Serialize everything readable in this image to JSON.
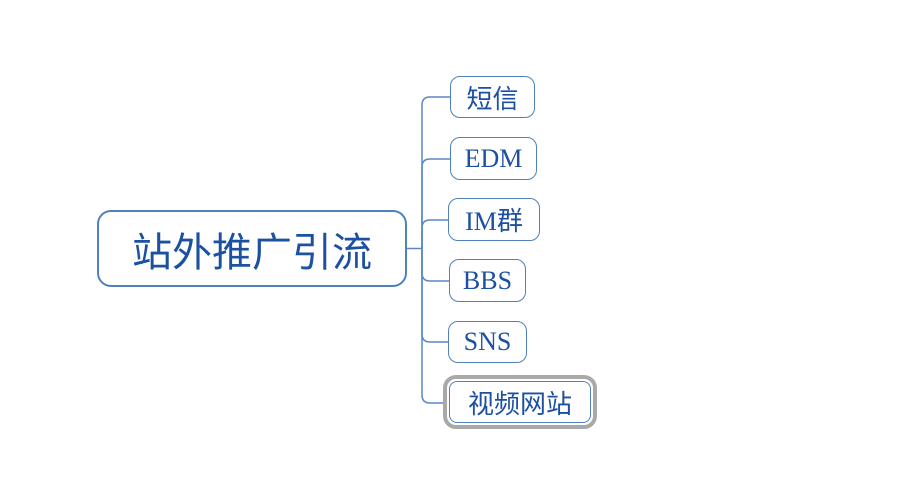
{
  "diagram": {
    "type": "mindmap",
    "root": {
      "label": "站外推广引流"
    },
    "children": [
      {
        "label": "短信",
        "selected": false
      },
      {
        "label": "EDM",
        "selected": false
      },
      {
        "label": "IM群",
        "selected": false
      },
      {
        "label": "BBS",
        "selected": false
      },
      {
        "label": "SNS",
        "selected": false
      },
      {
        "label": "视频网站",
        "selected": true
      }
    ],
    "colors": {
      "node_border": "#4f81bd",
      "node_text": "#1c50a1",
      "connector": "#5b87c5",
      "selection_ring": "#a9a9a9",
      "background": "#ffffff"
    }
  }
}
